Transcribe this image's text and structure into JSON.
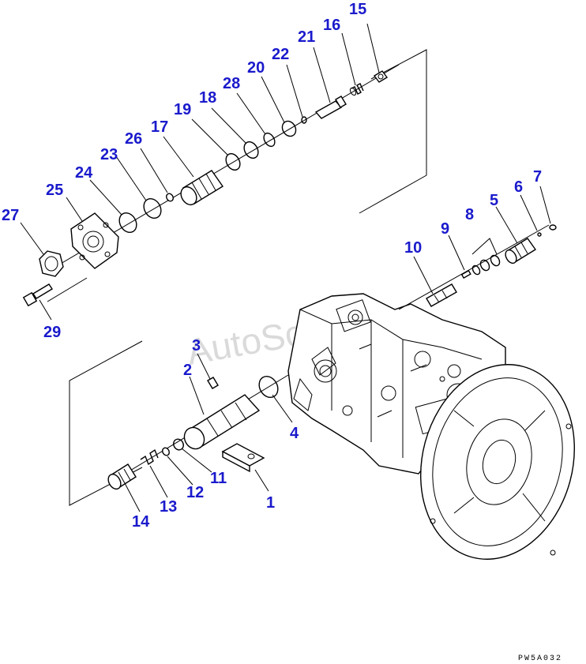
{
  "watermark": "AutoSoft",
  "drawing_code": "PW5A032",
  "callouts": [
    "1",
    "2",
    "3",
    "4",
    "5",
    "6",
    "7",
    "8",
    "9",
    "10",
    "11",
    "12",
    "13",
    "14",
    "15",
    "16",
    "17",
    "18",
    "19",
    "20",
    "21",
    "22",
    "23",
    "24",
    "25",
    "26",
    "27",
    "28",
    "29"
  ],
  "colors": {
    "callout": "#1a1acc",
    "line": "#000000",
    "watermark": "#bdbdbd"
  }
}
